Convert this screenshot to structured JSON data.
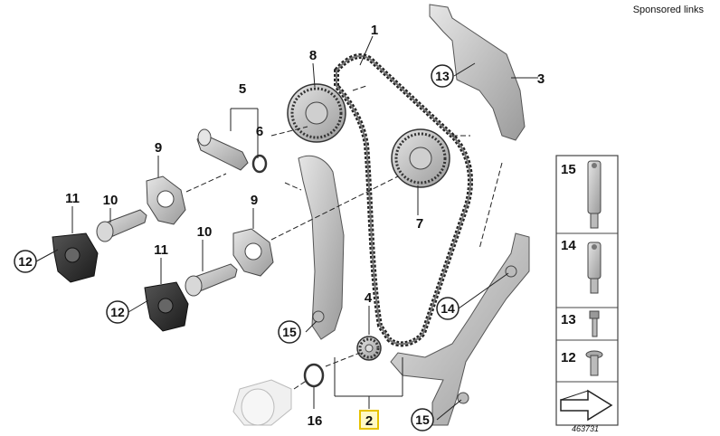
{
  "header": {
    "sponsored_link": "Sponsored links"
  },
  "diagram": {
    "callouts": [
      "1",
      "2",
      "3",
      "4",
      "5",
      "6",
      "7",
      "8",
      "9",
      "9",
      "10",
      "10",
      "11",
      "11",
      "12",
      "12",
      "13",
      "14",
      "15",
      "15",
      "16"
    ],
    "legend": [
      "15",
      "14",
      "13",
      "12"
    ],
    "reference": "463731"
  }
}
